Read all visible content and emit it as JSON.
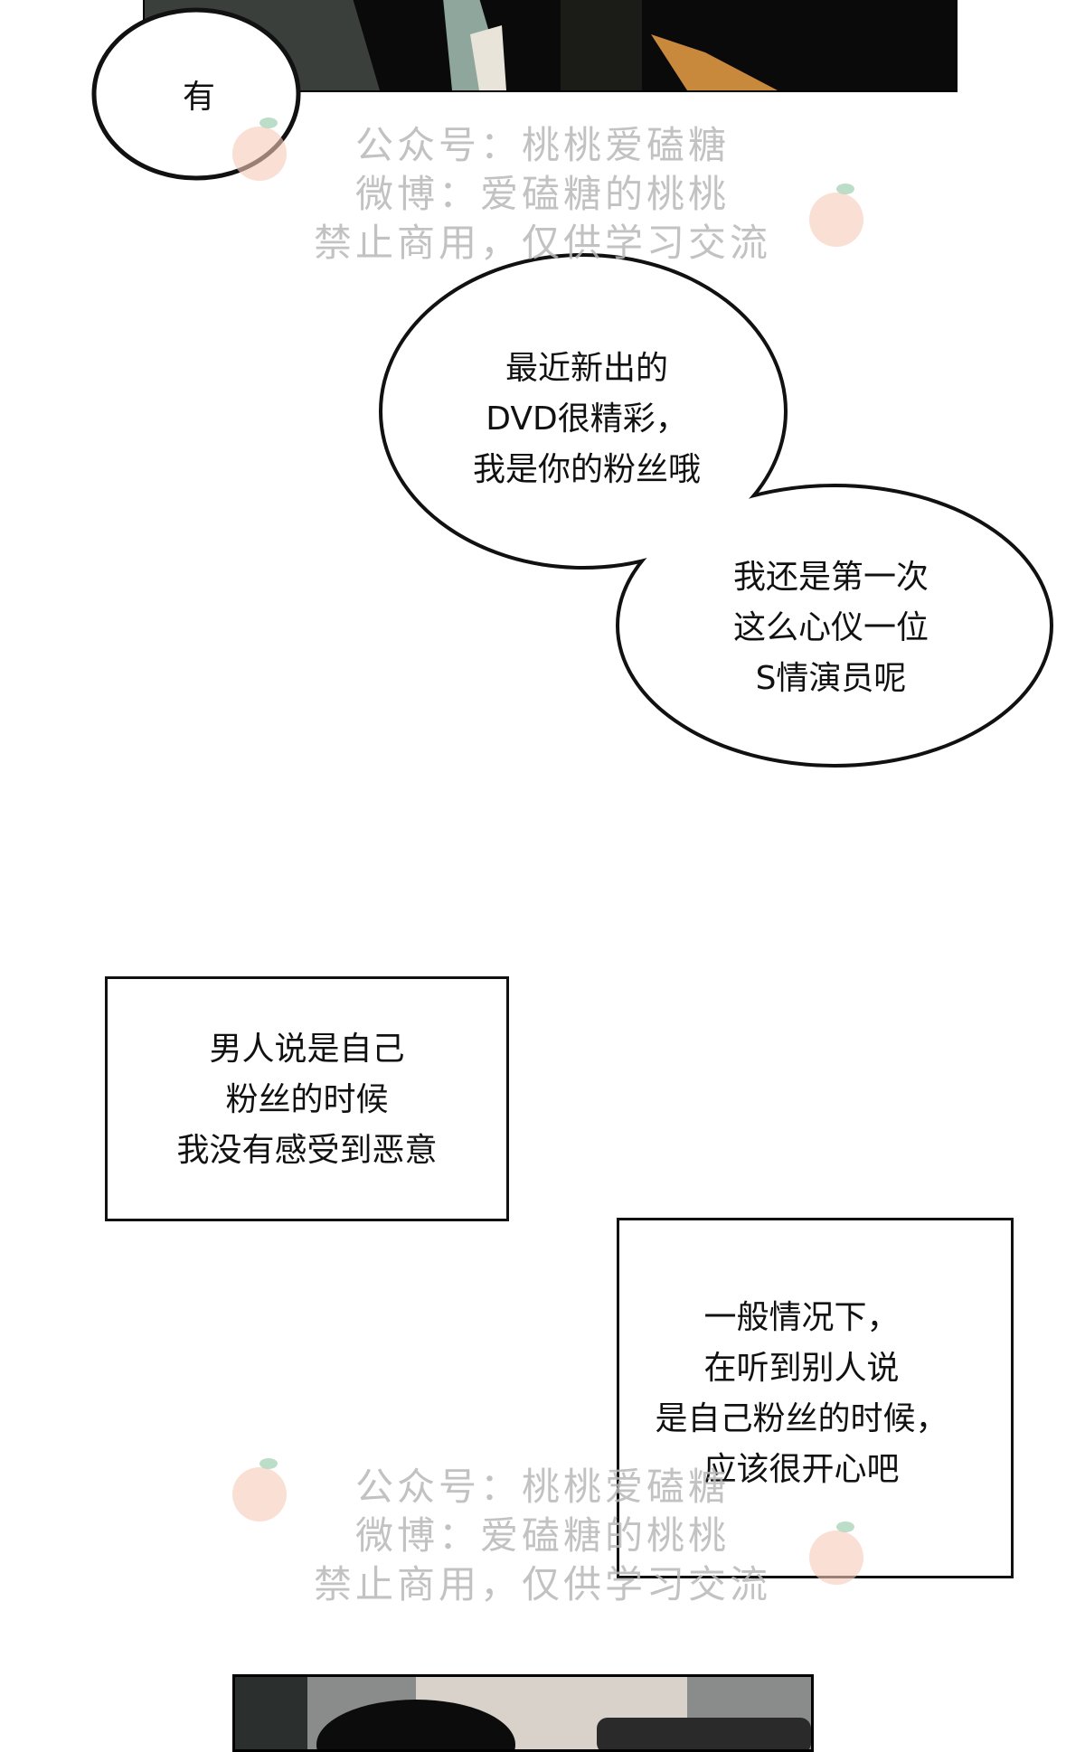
{
  "bubble_small": {
    "text": "有"
  },
  "bubble_large": {
    "lines": [
      "最近新出的",
      "DVD很精彩，",
      "我是你的粉丝哦"
    ]
  },
  "bubble_second": {
    "lines": [
      "我还是第一次",
      "这么心仪一位",
      "S情演员呢"
    ]
  },
  "narration_box_1": {
    "lines": [
      "男人说是自己",
      "粉丝的时候",
      "我没有感受到恶意"
    ]
  },
  "narration_box_2": {
    "lines": [
      "一般情况下，",
      "在听到别人说",
      "是自己粉丝的时候，",
      "应该很开心吧"
    ]
  },
  "watermark": {
    "lines": [
      "公众号：桃桃爱磕糖",
      "微博：爱磕糖的桃桃",
      "禁止商用，仅供学习交流"
    ]
  },
  "colors": {
    "panel": "#0a0a0a",
    "watermark": "#b8b8b8",
    "peach": "#f6c9b8",
    "leaf": "#9fd0b0"
  }
}
